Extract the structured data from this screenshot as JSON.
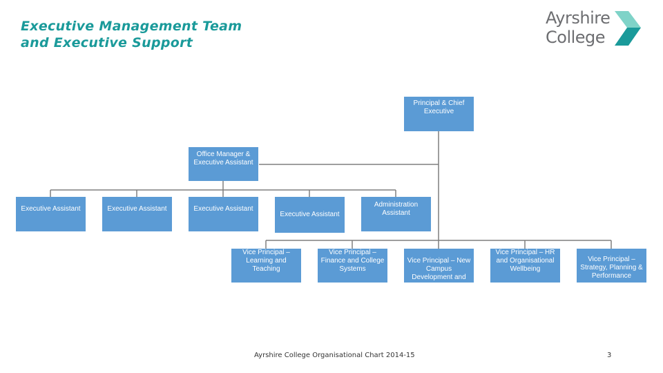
{
  "header": {
    "title_line1": "Executive Management Team",
    "title_line2": "and Executive Support"
  },
  "logo": {
    "line1": "Ayrshire",
    "line2": "College",
    "colors": {
      "text": "#6d6e71",
      "arrow_light": "#7fd3c8",
      "arrow_dark": "#1a9a9a"
    }
  },
  "colors": {
    "box": "#5b9bd5",
    "title": "#1a9a9a",
    "connector": "#7f7f7f"
  },
  "org": {
    "principal": "Principal & Chief Executive",
    "office_manager": "Office Manager & Executive Assistant",
    "exec_assistant_1": "Executive Assistant",
    "exec_assistant_2": "Executive Assistant",
    "exec_assistant_3": "Executive Assistant",
    "exec_assistant_4": "Executive Assistant",
    "admin_assistant": "Administration Assistant",
    "vp_learning": "Vice Principal – Learning and Teaching",
    "vp_finance": "Vice Principal – Finance and College Systems",
    "vp_campus": "Vice Principal – New Campus Development and",
    "vp_hr": "Vice Principal – HR and Organisational Wellbeing",
    "vp_strategy": "Vice Principal – Strategy, Planning & Performance"
  },
  "footer": {
    "caption": "Ayrshire College Organisational Chart 2014-15",
    "page_number": "3"
  }
}
